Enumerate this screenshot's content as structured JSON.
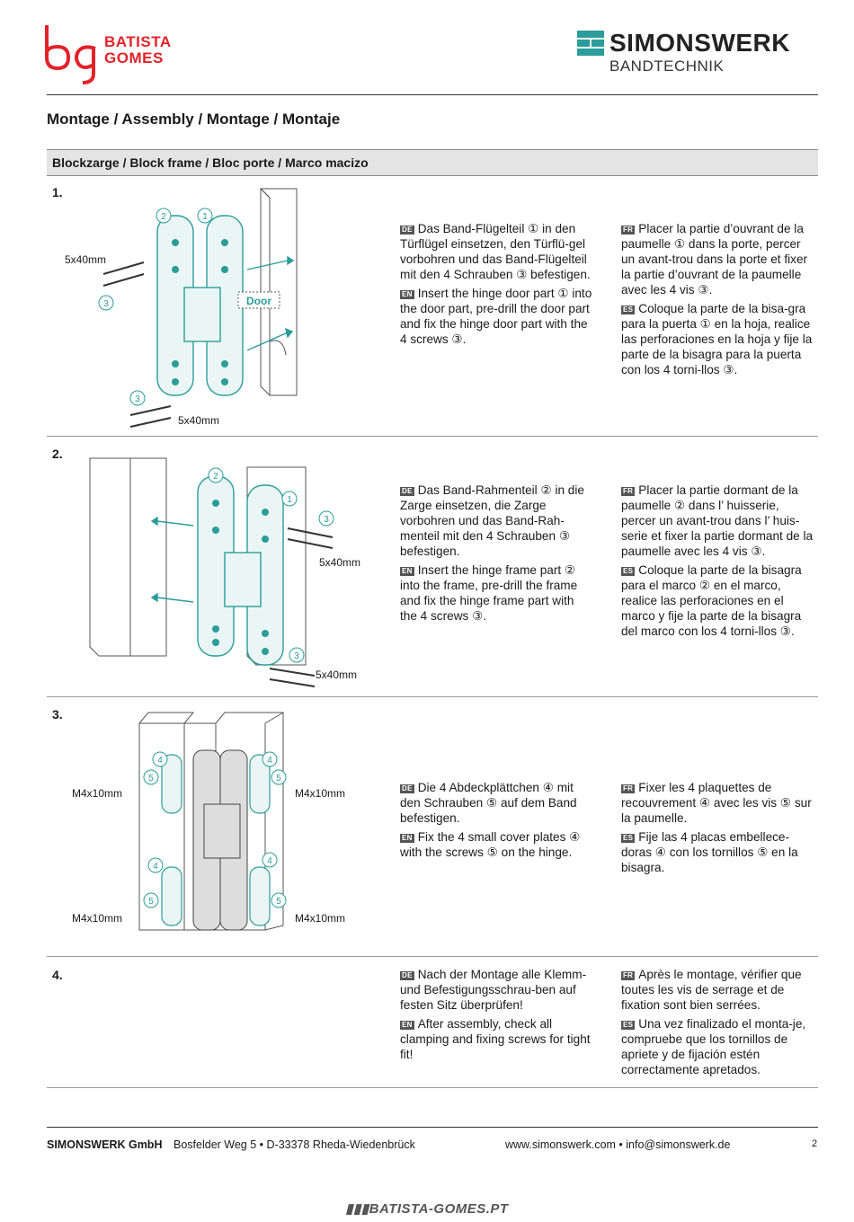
{
  "brand_left": {
    "line1": "BATISTA",
    "line2": "GOMES",
    "mark": "bg"
  },
  "brand_right": {
    "name": "SIMONSWERK",
    "sub": "BANDTECHNIK"
  },
  "title": "Montage / Assembly / Montage / Montaje",
  "section": "Blockzarge / Block frame / Bloc porte / Marco macizo",
  "steps": [
    {
      "number": "1.",
      "labels": [
        "5x40mm",
        "5x40mm",
        "Door"
      ],
      "de": "Das Band-Flügelteil ① in den Türflügel einsetzen, den Türflü-gel vorbohren und das Band-Flügelteil mit den 4 Schrauben ③ befestigen.",
      "en": "Insert the hinge door part ① into the door part, pre-drill the door part and fix the hinge door part with the 4 screws ③.",
      "fr": "Placer la partie d’ouvrant de la paumelle ① dans la porte, percer un avant-trou dans la porte et fixer la partie d’ouvrant de la paumelle avec les 4 vis ③.",
      "es": "Coloque la parte de la bisa-gra para la puerta ① en la hoja, realice las perforaciones en la hoja y fije la parte de la bisagra para la puerta con los 4 torni-llos ③."
    },
    {
      "number": "2.",
      "labels": [
        "5x40mm",
        "5x40mm"
      ],
      "de": "Das Band-Rahmenteil ② in die Zarge einsetzen, die Zarge vorbohren und das Band-Rah-menteil mit den 4 Schrauben ③ befestigen.",
      "en": "Insert the hinge frame part ② into the frame, pre-drill the frame and fix the hinge frame part with the 4 screws ③.",
      "fr": "Placer la partie dormant de la paumelle ② dans l’ huisserie, percer un avant-trou dans l’ huis-serie et fixer la partie dormant de la paumelle avec les 4 vis ③.",
      "es": "Coloque la parte de la bisagra para el marco ② en el marco, realice las perforaciones en el marco y fije la parte de la bisagra del marco con los 4 torni-llos ③."
    },
    {
      "number": "3.",
      "labels": [
        "M4x10mm",
        "M4x10mm",
        "M4x10mm",
        "M4x10mm"
      ],
      "de": "Die 4 Abdeckplättchen ④ mit den Schrauben ⑤ auf dem Band befestigen.",
      "en": "Fix the 4 small cover plates ④ with the screws ⑤ on the hinge.",
      "fr": "Fixer les 4 plaquettes de recouvrement ④ avec les vis ⑤ sur la paumelle.",
      "es": "Fije las 4 placas embellece-doras ④ con los tornillos ⑤ en la bisagra."
    },
    {
      "number": "4.",
      "de": "Nach der Montage alle Klemm- und Befestigungsschrau-ben auf festen Sitz überprüfen!",
      "en": "After assembly, check all clamping and fixing screws for tight fit!",
      "fr": "Après le montage, vérifier que toutes les vis de serrage et de fixation sont bien serrées.",
      "es": "Una vez finalizado el monta-je, compruebe que los tornillos de apriete y de fijación estén correctamente apretados."
    }
  ],
  "lang_tags": {
    "de": "DE",
    "en": "EN",
    "fr": "FR",
    "es": "ES"
  },
  "footer": {
    "company": "SIMONSWERK GmbH",
    "address": "Bosfelder Weg 5 • D-33378 Rheda-Wiedenbrück",
    "contact": "www.simonswerk.com • info@simonswerk.de",
    "page": "2"
  },
  "watermark": "▮▮▮BATISTA-GOMES.PT",
  "colors": {
    "accent": "#2a9d9a",
    "brand_red": "#e2232a"
  }
}
